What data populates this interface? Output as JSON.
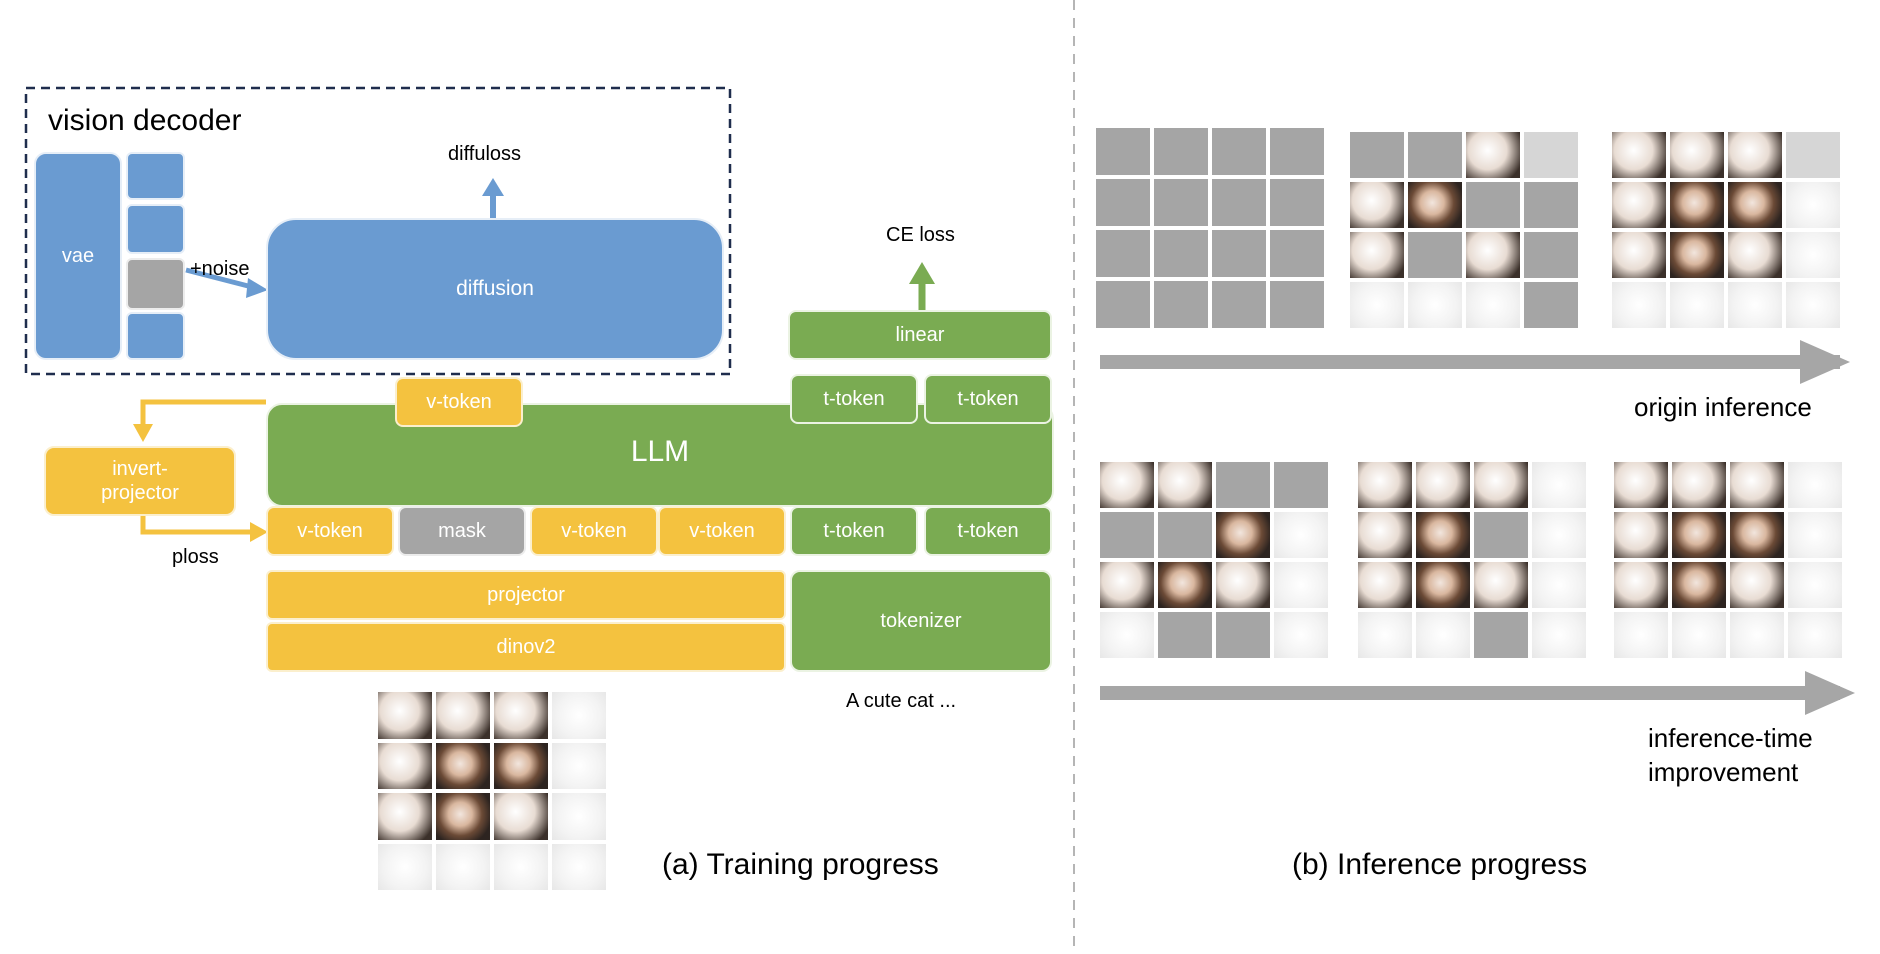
{
  "colors": {
    "blue": "#6a9bd1",
    "green": "#7aab52",
    "yellow": "#f4c23f",
    "grey": "#a5a5a5",
    "arrow_grey": "#a6a6a6",
    "dashed_border": "#1f2d4d"
  },
  "training": {
    "vision_decoder_title": "vision decoder",
    "vae_label": "vae",
    "noise_label": "+noise",
    "diffusion_label": "diffusion",
    "diffuloss_label": "diffuloss",
    "ce_loss_label": "CE loss",
    "linear_label": "linear",
    "llm_label": "LLM",
    "invert_projector_label": "invert-\nprojector",
    "ploss_label": "ploss",
    "top_tokens": [
      "v-token",
      "t-token",
      "t-token"
    ],
    "input_tokens": [
      "v-token",
      "mask",
      "v-token",
      "v-token",
      "t-token",
      "t-token"
    ],
    "projector_label": "projector",
    "dinov2_label": "dinov2",
    "tokenizer_label": "tokenizer",
    "text_input": "A cute cat ...",
    "caption": "(a) Training progress"
  },
  "inference": {
    "origin_label": "origin inference",
    "improvement_label": "inference-time\nimprovement",
    "caption": "(b) Inference progress"
  }
}
